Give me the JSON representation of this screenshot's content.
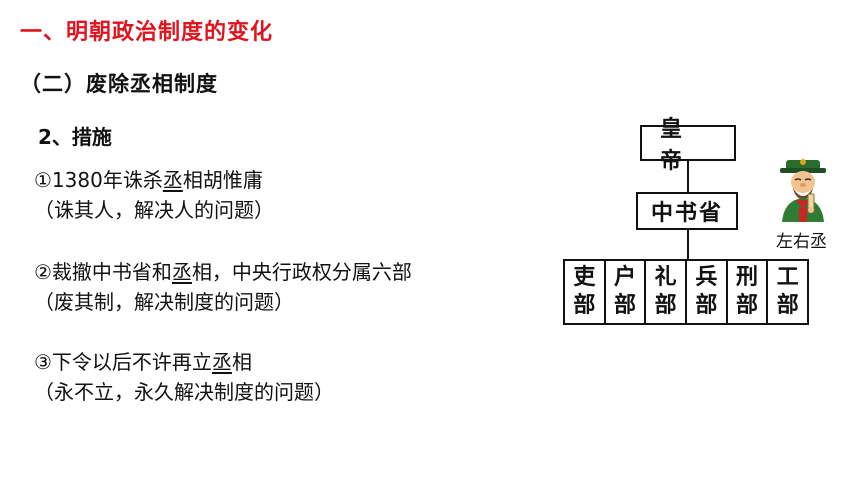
{
  "section_heading": "一、明朝政治制度的变化",
  "subsection_heading": "（二）废除丞相制度",
  "step_title": "2、措施",
  "measures": [
    {
      "main_prefix": "①1380年诛杀",
      "main_underlined": "丞",
      "main_suffix": "相胡惟庸",
      "note": "（诛其人，解决人的问题）"
    },
    {
      "main_prefix": "②裁撤中书省和",
      "main_underlined": "丞",
      "main_suffix": "相，中央行政权分属六部",
      "note": "（废其制，解决制度的问题）"
    },
    {
      "main_prefix": "③下令以后不许再立",
      "main_underlined": "丞",
      "main_suffix": "相",
      "note": "（永不立，永久解决制度的问题）"
    }
  ],
  "diagram": {
    "emperor_box": "皇帝",
    "secretariat_box": "中书省",
    "ministries": [
      {
        "top": "吏",
        "bottom": "部"
      },
      {
        "top": "户",
        "bottom": "部"
      },
      {
        "top": "礼",
        "bottom": "部"
      },
      {
        "top": "兵",
        "bottom": "部"
      },
      {
        "top": "刑",
        "bottom": "部"
      },
      {
        "top": "工",
        "bottom": "部"
      }
    ],
    "figure_caption": "左右丞",
    "figure_icon": "official-figure-icon"
  }
}
